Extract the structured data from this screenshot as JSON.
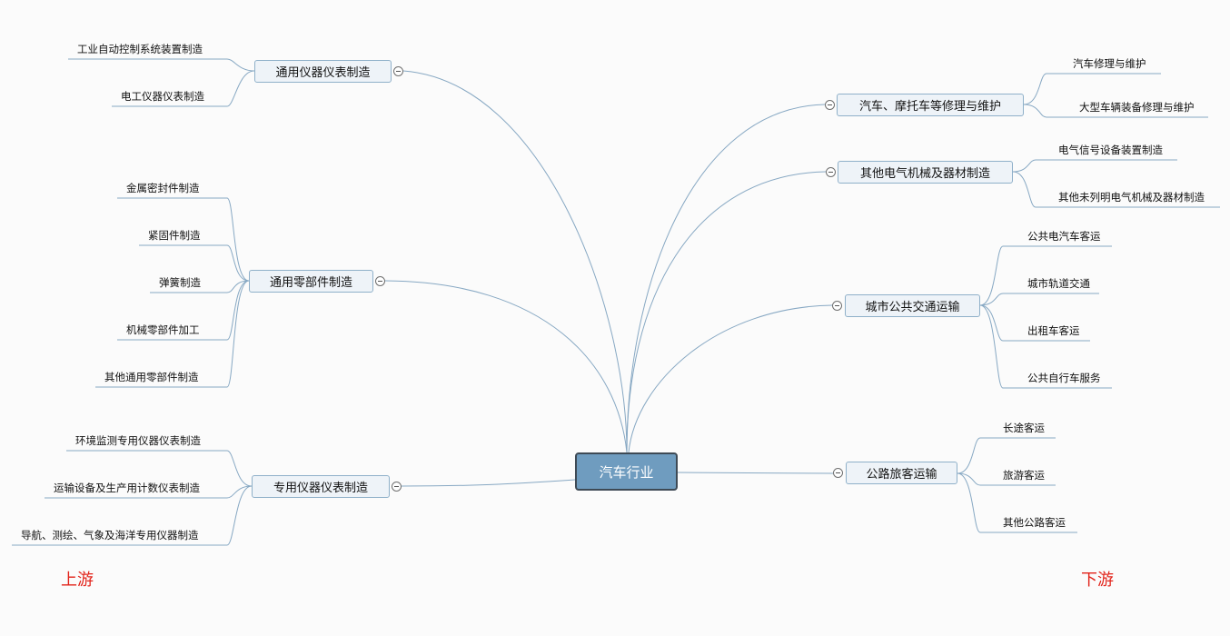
{
  "center": {
    "label": "汽车行业"
  },
  "regions": {
    "upstream": "上游",
    "downstream": "下游"
  },
  "colors": {
    "line": "#87a8c3",
    "center_fill": "#6f9cbf",
    "region_text": "#e2231a"
  },
  "upstream": [
    {
      "label": "通用仪器仪表制造",
      "children": [
        "工业自动控制系统装置制造",
        "电工仪器仪表制造"
      ]
    },
    {
      "label": "通用零部件制造",
      "children": [
        "金属密封件制造",
        "紧固件制造",
        "弹簧制造",
        "机械零部件加工",
        "其他通用零部件制造"
      ]
    },
    {
      "label": "专用仪器仪表制造",
      "children": [
        "环境监测专用仪器仪表制造",
        "运输设备及生产用计数仪表制造",
        "导航、测绘、气象及海洋专用仪器制造"
      ]
    }
  ],
  "downstream": [
    {
      "label": "汽车、摩托车等修理与维护",
      "children": [
        "汽车修理与维护",
        "大型车辆装备修理与维护"
      ]
    },
    {
      "label": "其他电气机械及器材制造",
      "children": [
        "电气信号设备装置制造",
        "其他未列明电气机械及器材制造"
      ]
    },
    {
      "label": "城市公共交通运输",
      "children": [
        "公共电汽车客运",
        "城市轨道交通",
        "出租车客运",
        "公共自行车服务"
      ]
    },
    {
      "label": "公路旅客运输",
      "children": [
        "长途客运",
        "旅游客运",
        "其他公路客运"
      ]
    }
  ]
}
